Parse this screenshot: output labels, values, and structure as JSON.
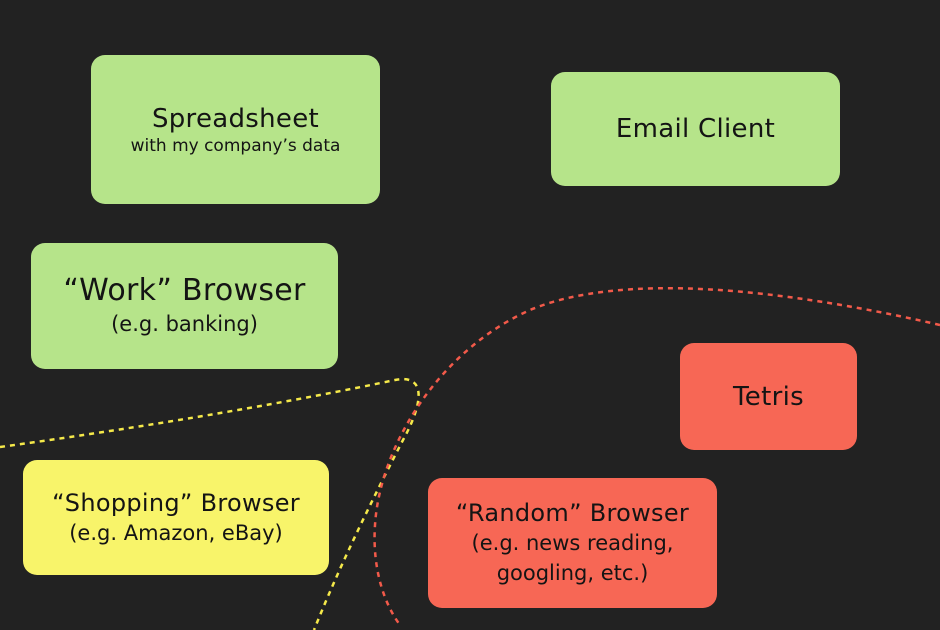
{
  "colors": {
    "background": "#222222",
    "trusted_box": "#b6e48a",
    "shopping_box": "#f8f46a",
    "untrusted_box": "#f76755",
    "shopping_zone_line": "#f5e94a",
    "random_zone_line": "#f25a4a"
  },
  "boxes": {
    "spreadsheet": {
      "title": "Spreadsheet",
      "subtitle": "with my company’s data"
    },
    "email": {
      "title": "Email Client"
    },
    "work": {
      "title": "“Work” Browser",
      "subtitle": "(e.g. banking)"
    },
    "tetris": {
      "title": "Tetris"
    },
    "shopping": {
      "title": "“Shopping” Browser",
      "subtitle": "(e.g. Amazon, eBay)"
    },
    "random": {
      "title": "“Random” Browser",
      "subtitle_line1": "(e.g. news reading,",
      "subtitle_line2": "googling, etc.)"
    }
  }
}
